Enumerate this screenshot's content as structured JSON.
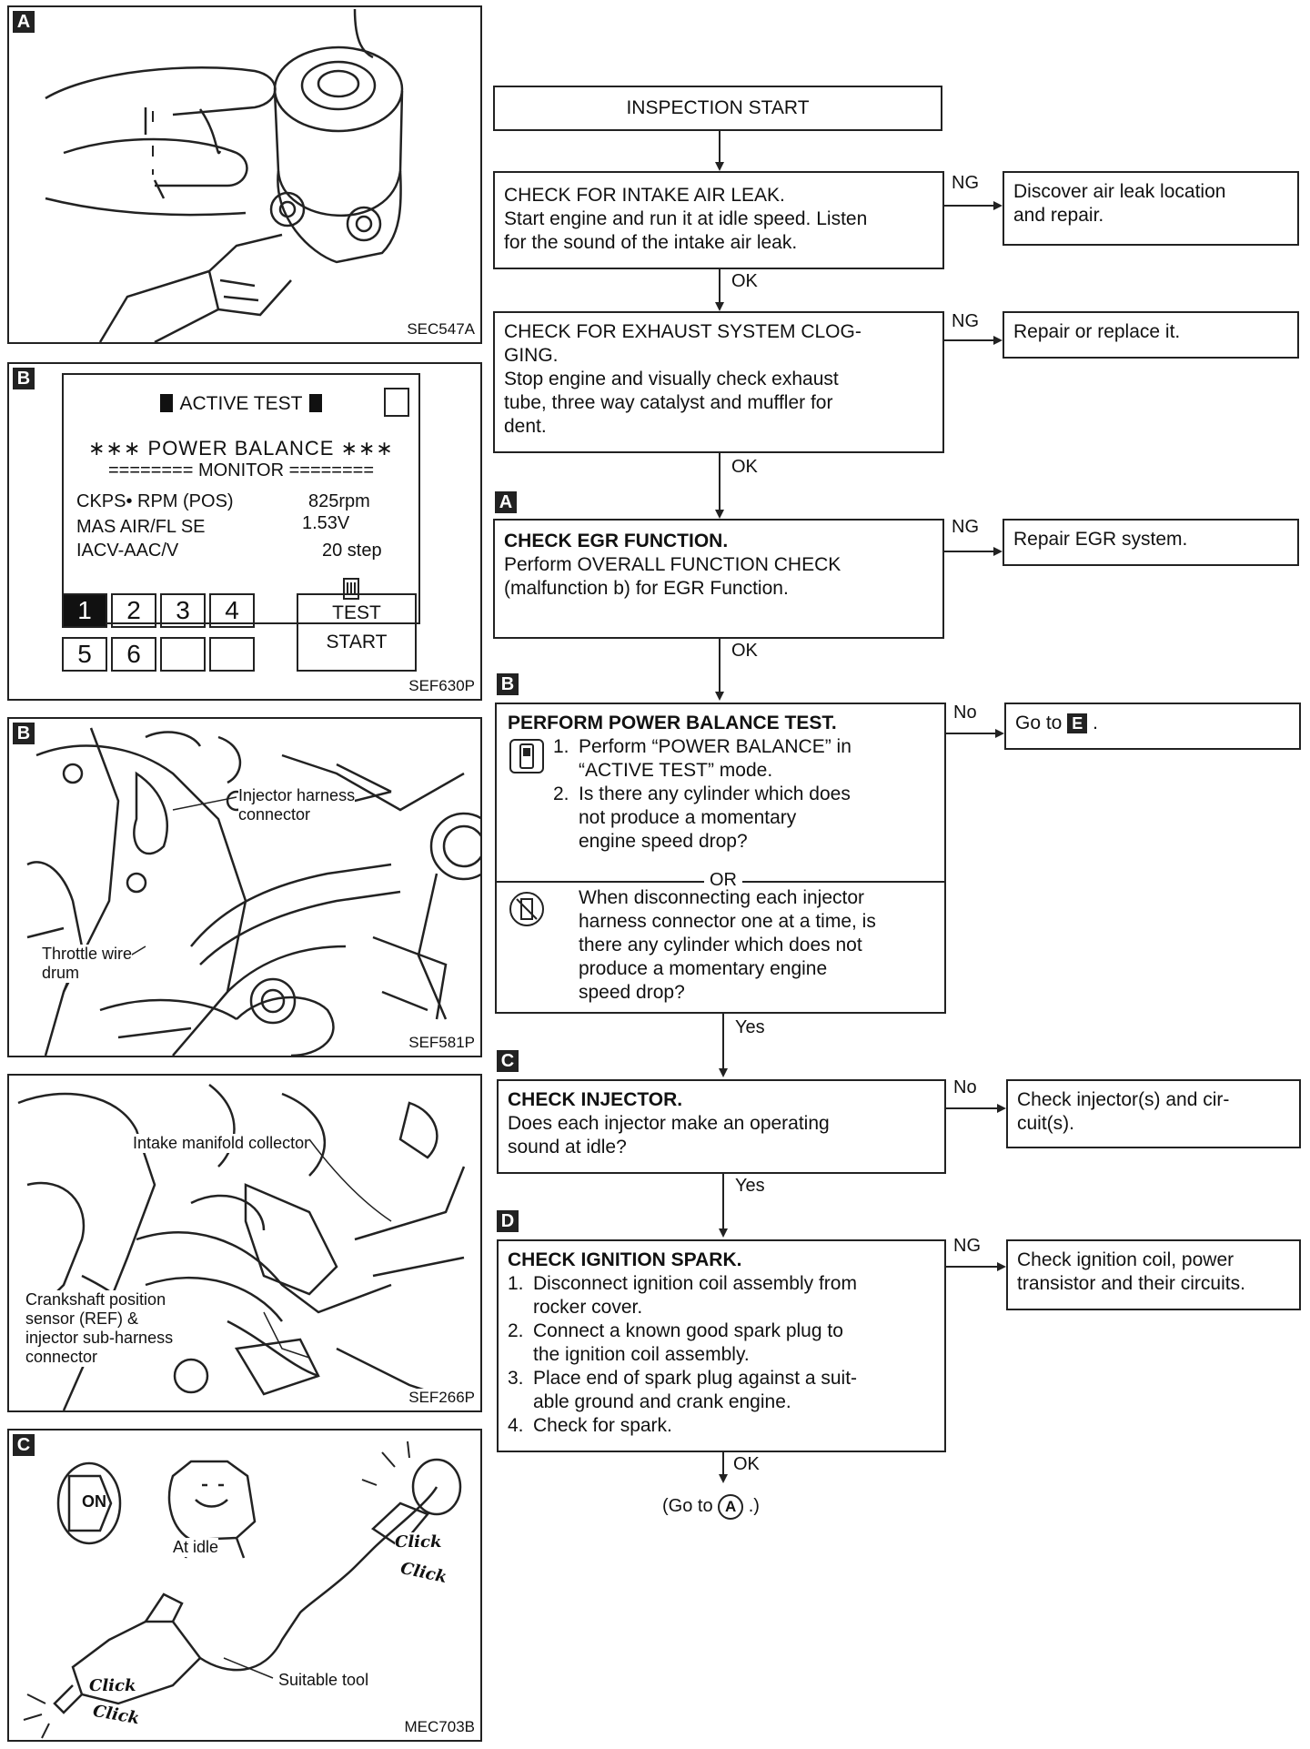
{
  "panels": {
    "a": {
      "letter": "A",
      "code": "SEC547A"
    },
    "b1": {
      "letter": "B",
      "code": "SEF630P",
      "screen": {
        "title": "ACTIVE TEST",
        "mode": "∗∗∗ POWER  BALANCE ∗∗∗",
        "monitor": "======== MONITOR ========",
        "rows": [
          {
            "label": "CKPS• RPM (POS)",
            "value": "825rpm"
          },
          {
            "label": "MAS AIR/FL SE",
            "value": "1.53V"
          },
          {
            "label": "IACV-AAC/V",
            "value": "20 step"
          }
        ],
        "cylinders_row1": [
          "1",
          "2",
          "3",
          "4"
        ],
        "cylinders_row2": [
          "5",
          "6",
          "",
          ""
        ],
        "selected_cylinder": "1",
        "test_label_1": "TEST",
        "test_label_2": "START"
      }
    },
    "b2": {
      "letter": "B",
      "code": "SEF581P",
      "callout_injector_1": "Injector harness",
      "callout_injector_2": "connector",
      "callout_throttle_1": "Throttle wire",
      "callout_throttle_2": "drum"
    },
    "b3": {
      "code": "SEF266P",
      "callout_collector": "Intake manifold collector",
      "callout_crank_1": "Crankshaft position",
      "callout_crank_2": "sensor (REF) &",
      "callout_crank_3": "injector sub-harness",
      "callout_crank_4": "connector"
    },
    "c": {
      "letter": "C",
      "code": "MEC703B",
      "on_label": "ON",
      "at_idle": "At idle",
      "click": "Click",
      "suitable_tool": "Suitable tool"
    }
  },
  "flow": {
    "start": "INSPECTION START",
    "intake": {
      "head": "CHECK FOR INTAKE AIR LEAK.",
      "body_1": "Start engine and run it at idle speed. Listen",
      "body_2": "for the sound of the intake air leak.",
      "ng": "NG",
      "ng_box_1": "Discover air leak location",
      "ng_box_2": "and repair.",
      "ok": "OK"
    },
    "exhaust": {
      "head_1": "CHECK FOR EXHAUST SYSTEM CLOG-",
      "head_2": "GING.",
      "body_1": "Stop engine and visually check exhaust",
      "body_2": "tube, three way catalyst and muffler for",
      "body_3": "dent.",
      "ng": "NG",
      "ng_box": "Repair or replace it.",
      "ok": "OK"
    },
    "egr": {
      "badge": "A",
      "head": "CHECK EGR FUNCTION.",
      "body_1": "Perform OVERALL FUNCTION CHECK",
      "body_2": "(malfunction b) for EGR Function.",
      "ng": "NG",
      "ng_box": "Repair EGR system.",
      "ok": "OK"
    },
    "power": {
      "badge": "B",
      "head": "PERFORM POWER BALANCE TEST.",
      "items": [
        {
          "n": "1.",
          "t1": "Perform “POWER BALANCE” in",
          "t2": "“ACTIVE TEST” mode."
        },
        {
          "n": "2.",
          "t1": "Is there any cylinder which does",
          "t2": "not produce a momentary",
          "t3": "engine speed drop?"
        }
      ],
      "or": "OR",
      "alt_1": "When disconnecting each injector",
      "alt_2": "harness connector one at a time, is",
      "alt_3": "there any cylinder which does not",
      "alt_4": "produce a momentary engine",
      "alt_5": "speed drop?",
      "no": "No",
      "no_box_prefix": "Go to",
      "no_box_badge": "E",
      "no_box_suffix": ".",
      "yes": "Yes"
    },
    "injector": {
      "badge": "C",
      "head": "CHECK INJECTOR.",
      "body_1": "Does each injector make an operating",
      "body_2": "sound at idle?",
      "no": "No",
      "no_box_1": "Check injector(s) and cir-",
      "no_box_2": "cuit(s).",
      "yes": "Yes"
    },
    "ignition": {
      "badge": "D",
      "head": "CHECK IGNITION SPARK.",
      "items": [
        {
          "n": "1.",
          "t1": "Disconnect ignition coil assembly from",
          "t2": "rocker cover."
        },
        {
          "n": "2.",
          "t1": "Connect a known good spark plug to",
          "t2": "the ignition coil assembly."
        },
        {
          "n": "3.",
          "t1": "Place end of spark plug against a suit-",
          "t2": "able ground and crank engine."
        },
        {
          "n": "4.",
          "t1": "Check for spark."
        }
      ],
      "ng": "NG",
      "ng_box_1": "Check ignition coil, power",
      "ng_box_2": "transistor and their circuits.",
      "ok": "OK"
    },
    "goto_prefix": "(Go to",
    "goto_letter": "A",
    "goto_suffix": ".)"
  }
}
